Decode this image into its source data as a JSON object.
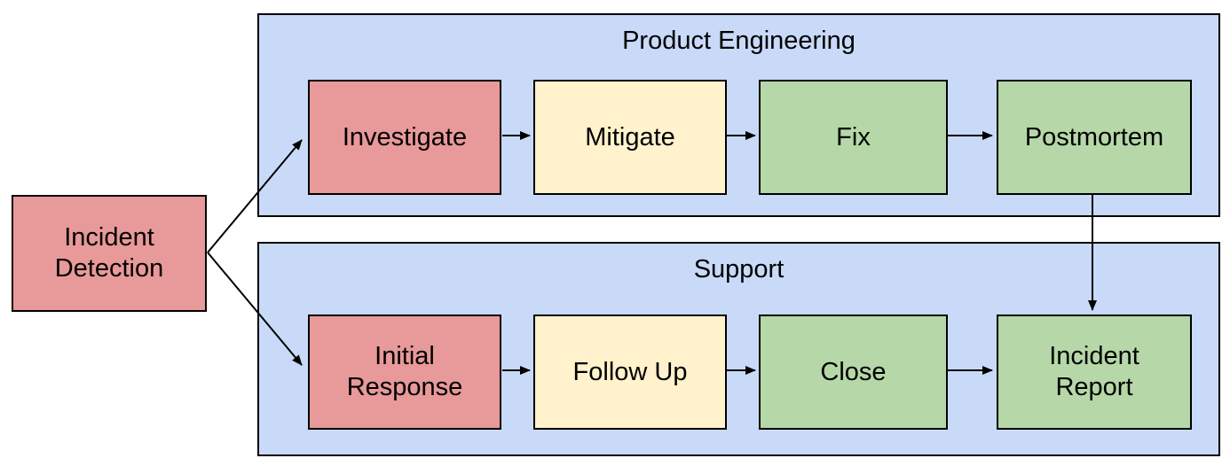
{
  "colors": {
    "background": "#ffffff",
    "lane_fill": "#c9daf8",
    "red": "#e89999",
    "yellow": "#fff2cc",
    "green": "#b6d7a8",
    "border": "#000000",
    "arrow": "#000000"
  },
  "diagram": {
    "start": {
      "label": "Incident\nDetection",
      "color": "red"
    },
    "lanes": [
      {
        "title": "Product Engineering",
        "steps": [
          {
            "label": "Investigate",
            "color": "red"
          },
          {
            "label": "Mitigate",
            "color": "yellow"
          },
          {
            "label": "Fix",
            "color": "green"
          },
          {
            "label": "Postmortem",
            "color": "green"
          }
        ]
      },
      {
        "title": "Support",
        "steps": [
          {
            "label": "Initial\nResponse",
            "color": "red"
          },
          {
            "label": "Follow Up",
            "color": "yellow"
          },
          {
            "label": "Close",
            "color": "green"
          },
          {
            "label": "Incident\nReport",
            "color": "green"
          }
        ]
      }
    ],
    "edges": [
      {
        "from": "Incident Detection",
        "to": "Investigate"
      },
      {
        "from": "Incident Detection",
        "to": "Initial Response"
      },
      {
        "from": "Investigate",
        "to": "Mitigate"
      },
      {
        "from": "Mitigate",
        "to": "Fix"
      },
      {
        "from": "Fix",
        "to": "Postmortem"
      },
      {
        "from": "Postmortem",
        "to": "Incident Report"
      },
      {
        "from": "Initial Response",
        "to": "Follow Up"
      },
      {
        "from": "Follow Up",
        "to": "Close"
      },
      {
        "from": "Close",
        "to": "Incident Report"
      }
    ]
  }
}
